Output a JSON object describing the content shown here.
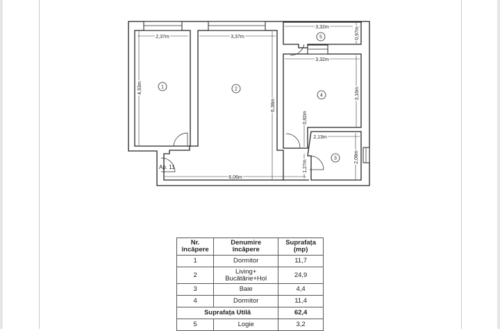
{
  "plan": {
    "apartment_label": "Ap. 11",
    "room_numbers": [
      "1",
      "2",
      "3",
      "4",
      "5"
    ],
    "dimensions": {
      "room1_width": "2,37m",
      "room1_length": "4,93m",
      "room2_width": "3,37m",
      "room2_length": "6,38m",
      "room5_width": "3,32m",
      "room5_depth": "0,97m",
      "room4_width": "3,32m",
      "room4_length": "3,16m",
      "corridor_length": "0,82m",
      "room3_width": "2,13m",
      "room3_length": "2,08m",
      "hall_width": "1,27m",
      "hall_length": "6,06m"
    }
  },
  "table": {
    "headers": {
      "nr": "Nr.",
      "nr2": "încăpere",
      "name": "Denumire",
      "name2": "încăpere",
      "area": "Suprafața",
      "area2": "(mp)"
    },
    "rows": [
      {
        "nr": "1",
        "name": "Dormitor",
        "area": "11,7"
      },
      {
        "nr": "2",
        "name": "Living+",
        "name2": "Bucătărie+Hol",
        "area": "24,9"
      },
      {
        "nr": "3",
        "name": "Baie",
        "area": "4,4"
      },
      {
        "nr": "4",
        "name": "Dormitor",
        "area": "11,4"
      }
    ],
    "total": {
      "label": "Suprafața Utilă",
      "area": "62,4"
    },
    "extra": {
      "nr": "5",
      "name": "Logie",
      "area": "3,2"
    }
  }
}
